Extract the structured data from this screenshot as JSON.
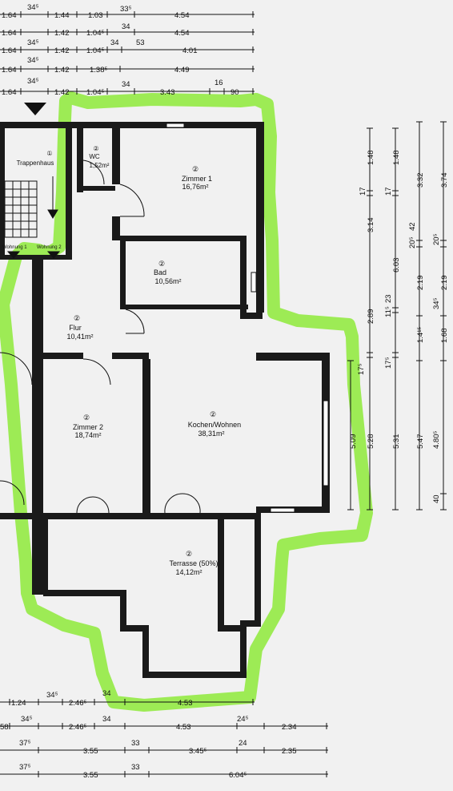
{
  "top_dims": [
    {
      "row": 1,
      "items": [
        "1.64",
        "34⁵",
        "1.44",
        "1.03",
        "33⁵",
        "4.54"
      ]
    },
    {
      "row": 2,
      "items": [
        "1.64",
        "1.42",
        "1.04⁵",
        "34",
        "4.54"
      ]
    },
    {
      "row": 3,
      "items": [
        "1.64",
        "34⁵",
        "1.42",
        "1.04⁵",
        "34",
        "53",
        "4.01"
      ]
    },
    {
      "row": 4,
      "items": [
        "1.64",
        "34⁵",
        "1.42",
        "1.38⁵",
        "4.49"
      ]
    },
    {
      "row": 5,
      "items": [
        "1.64",
        "34⁵",
        "1.42",
        "1.04⁵",
        "34",
        "3.43",
        "16",
        "90"
      ]
    }
  ],
  "rooms": {
    "trappenhaus": {
      "num": "①",
      "name": "Trappenhaus"
    },
    "wc": {
      "num": "②",
      "name": "WC",
      "area": "1,52m²"
    },
    "zimmer1": {
      "num": "②",
      "name": "Zimmer 1",
      "area": "16,76m²"
    },
    "bad": {
      "num": "②",
      "name": "Bad",
      "area": "10,56m²"
    },
    "flur": {
      "num": "②",
      "name": "Flur",
      "area": "10,41m²"
    },
    "zimmer2": {
      "num": "②",
      "name": "Zimmer 2",
      "area": "18,74m²"
    },
    "kochen": {
      "num": "②",
      "name": "Kochen/Wohnen",
      "area": "38,31m²"
    },
    "terrasse": {
      "num": "②",
      "name": "Terrasse (50%)",
      "area": "14,12m²"
    },
    "wohnung1": "Wohnung 1",
    "wohnung2": "Wohnung 2"
  },
  "right_dims": {
    "col1": [
      "5.09",
      "17⁵"
    ],
    "col2": [
      "1.48",
      "17",
      "3.14",
      "2.89",
      "5.28"
    ],
    "col3": [
      "1.48",
      "17",
      "6.03",
      "11⁵",
      "23",
      "17⁵",
      "5.31"
    ],
    "col4": [
      "3.32",
      "20⁵",
      "42",
      "2.19",
      "1.4¹⁵",
      "5.47"
    ],
    "col5": [
      "3.74",
      "20⁵",
      "2.19",
      "34⁵",
      "1.68",
      "4.80⁵",
      "40"
    ]
  },
  "bottom_dims": [
    {
      "row": 1,
      "items": [
        "1.24",
        "34⁵",
        "2.46⁵",
        "34",
        "4.53"
      ]
    },
    {
      "row": 2,
      "items": [
        "58",
        "34⁵",
        "2.46⁵",
        "34",
        "4.53",
        "24⁵",
        "2.34"
      ]
    },
    {
      "row": 3,
      "items": [
        "37⁵",
        "3.55",
        "33",
        "3.45⁵",
        "24",
        "2.35"
      ]
    },
    {
      "row": 4,
      "items": [
        "37⁵",
        "3.55",
        "33",
        "6.04⁵"
      ]
    }
  ],
  "colors": {
    "highlight": "#8eea3a",
    "wall": "#1a1a1a",
    "paper": "#f1f1f1"
  }
}
